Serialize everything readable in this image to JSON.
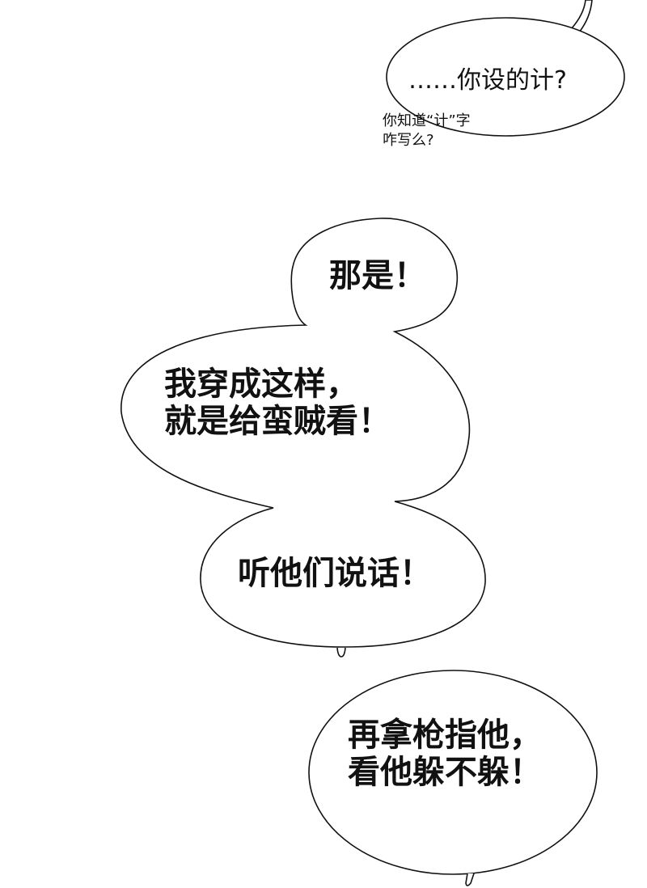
{
  "page": {
    "background": "#ffffff",
    "stroke_color": "#111111",
    "text_color": "#111111"
  },
  "bubbles": [
    {
      "id": "bubble-1",
      "style": "thin",
      "lines": [
        "……你设的计?"
      ]
    },
    {
      "id": "bubble-2",
      "style": "bold",
      "lines": [
        "那是！"
      ]
    },
    {
      "id": "bubble-3",
      "style": "bold",
      "lines": [
        "我穿成这样，",
        "就是给蛮贼看！"
      ]
    },
    {
      "id": "bubble-4",
      "style": "bold",
      "lines": [
        "听他们说话！"
      ]
    },
    {
      "id": "bubble-5",
      "style": "bold",
      "lines": [
        "再拿枪指他，",
        "看他躲不躲！"
      ]
    }
  ],
  "aside_note": {
    "lines": [
      "你知道“计”字",
      "咋写么?"
    ]
  }
}
